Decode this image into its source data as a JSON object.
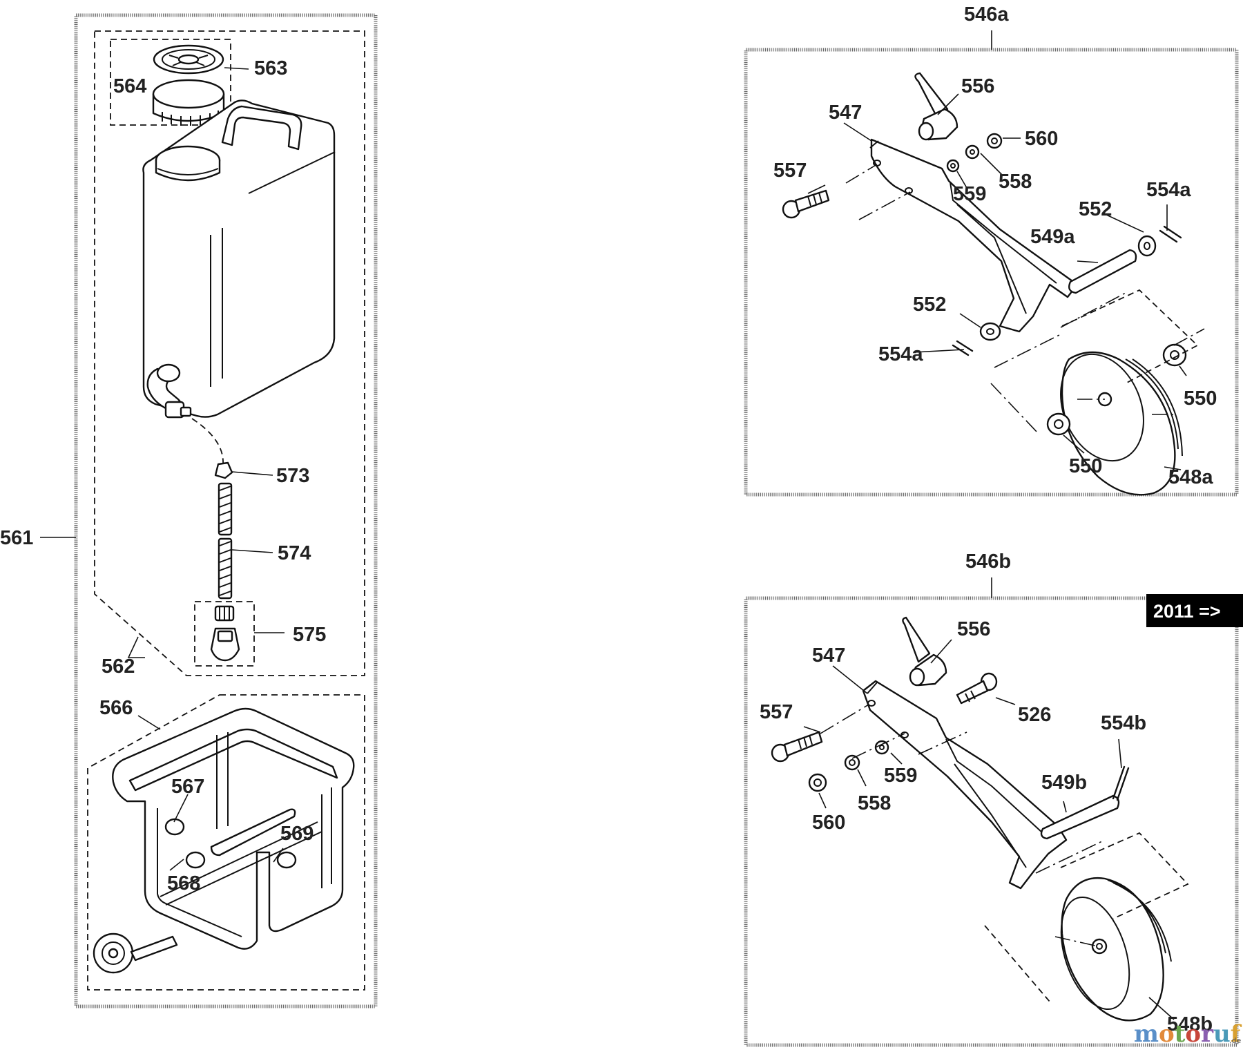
{
  "labels": {
    "l546a": "546a",
    "l546b": "546b",
    "l547a": "547",
    "l547b": "547",
    "l548a": "548a",
    "l548b": "548b",
    "l549a": "549a",
    "l549b": "549b",
    "l550a": "550",
    "l550b": "550",
    "l552a": "552",
    "l552b": "552",
    "l554a1": "554a",
    "l554a2": "554a",
    "l554b": "554b",
    "l556a": "556",
    "l556b": "556",
    "l557a": "557",
    "l557b": "557",
    "l558a": "558",
    "l558b": "558",
    "l559a": "559",
    "l559b": "559",
    "l560a": "560",
    "l560b": "560",
    "l526": "526",
    "l561": "561",
    "l562": "562",
    "l563": "563",
    "l564": "564",
    "l566": "566",
    "l567": "567",
    "l568": "568",
    "l569": "569",
    "l573": "573",
    "l574": "574",
    "l575": "575"
  },
  "badge": {
    "text": "2011 =>",
    "color": "#000000"
  },
  "watermark": {
    "text": "motoruf",
    "suffix": ".de"
  }
}
